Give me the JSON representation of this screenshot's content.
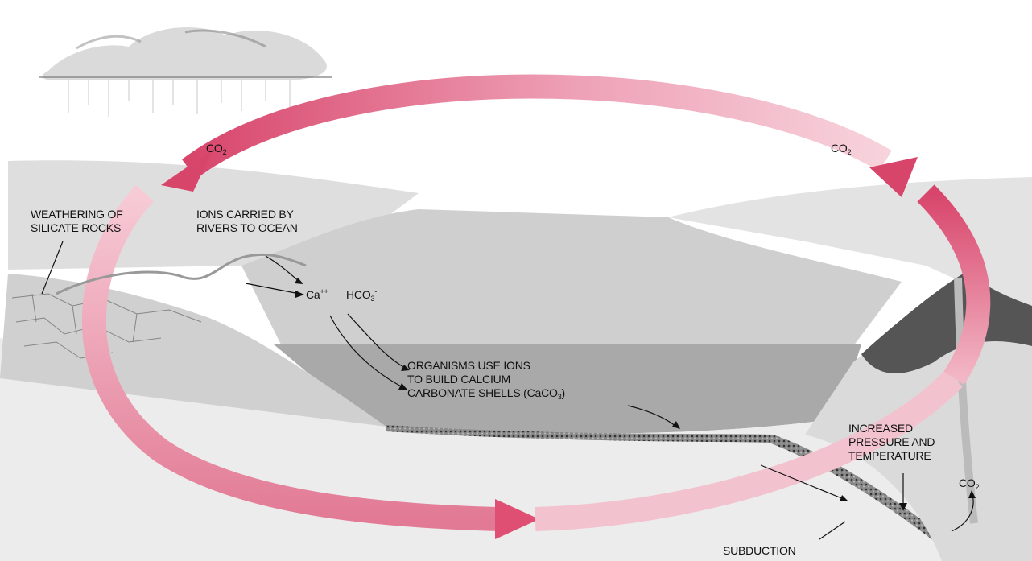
{
  "labels": {
    "co2_left": {
      "main": "CO",
      "sub": "2"
    },
    "co2_right": {
      "main": "CO",
      "sub": "2"
    },
    "co2_volcano": {
      "main": "CO",
      "sub": "2"
    },
    "weathering": [
      "WEATHERING OF",
      "SILICATE ROCKS"
    ],
    "ions_carried": [
      "IONS CARRIED BY",
      "RIVERS TO OCEAN"
    ],
    "calcium_ion": {
      "main": "Ca",
      "sup": "++"
    },
    "bicarbonate_ion": {
      "main": "HCO",
      "sub": "3",
      "sup": "-"
    },
    "organisms": {
      "line1": "ORGANISMS USE IONS",
      "line2": "TO BUILD CALCIUM",
      "line3_main": "CARBONATE SHELLS (CaCO",
      "line3_sub": "3",
      "line3_end": ")"
    },
    "pressure": [
      "INCREASED",
      "PRESSURE AND",
      "TEMPERATURE"
    ],
    "subduction": "SUBDUCTION"
  },
  "colors": {
    "cycle_arrow_strong": "#d8456b",
    "cycle_arrow_faint": "#f7cbd6",
    "ocean_water": "#bdbdbd",
    "land": "#e4e4e4",
    "sediment": "#5a5a5a"
  }
}
